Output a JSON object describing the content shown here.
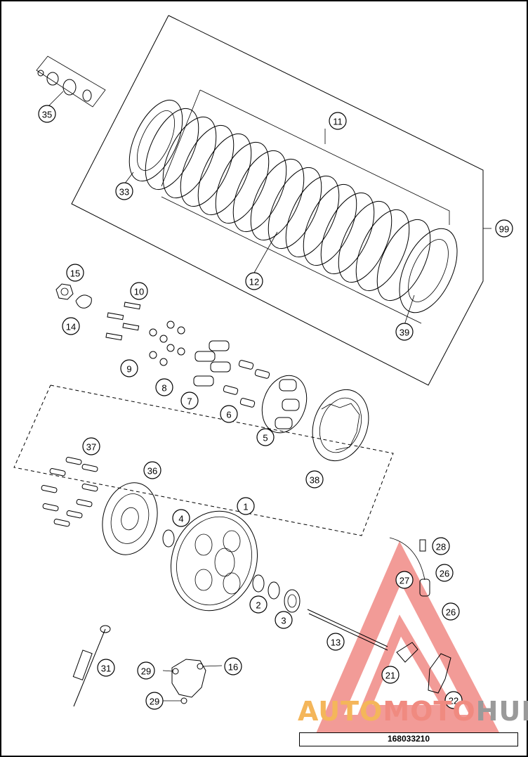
{
  "document_number": "168033210",
  "watermark": {
    "part1": "AUTO",
    "part2": "MOTO",
    "part3": "HUB",
    "colors": {
      "part1": "#f4b65a",
      "part2": "#f08a80",
      "part3": "#9a9a9a",
      "triangle": "#e84a43"
    }
  },
  "callouts": [
    {
      "id": "c1",
      "label": "1"
    },
    {
      "id": "c2",
      "label": "2"
    },
    {
      "id": "c3",
      "label": "3"
    },
    {
      "id": "c4",
      "label": "4"
    },
    {
      "id": "c5",
      "label": "5"
    },
    {
      "id": "c6",
      "label": "6"
    },
    {
      "id": "c7",
      "label": "7"
    },
    {
      "id": "c8",
      "label": "8"
    },
    {
      "id": "c9",
      "label": "9"
    },
    {
      "id": "c10",
      "label": "10"
    },
    {
      "id": "c11",
      "label": "11"
    },
    {
      "id": "c12",
      "label": "12"
    },
    {
      "id": "c13",
      "label": "13"
    },
    {
      "id": "c14",
      "label": "14"
    },
    {
      "id": "c15",
      "label": "15"
    },
    {
      "id": "c16",
      "label": "16"
    },
    {
      "id": "c21",
      "label": "21"
    },
    {
      "id": "c22",
      "label": "22"
    },
    {
      "id": "c26a",
      "label": "26"
    },
    {
      "id": "c26b",
      "label": "26"
    },
    {
      "id": "c27",
      "label": "27"
    },
    {
      "id": "c28",
      "label": "28"
    },
    {
      "id": "c29a",
      "label": "29"
    },
    {
      "id": "c29b",
      "label": "29"
    },
    {
      "id": "c31",
      "label": "31"
    },
    {
      "id": "c33",
      "label": "33"
    },
    {
      "id": "c35",
      "label": "35"
    },
    {
      "id": "c36",
      "label": "36"
    },
    {
      "id": "c37",
      "label": "37"
    },
    {
      "id": "c38",
      "label": "38"
    },
    {
      "id": "c39",
      "label": "39"
    },
    {
      "id": "c99",
      "label": "99"
    }
  ]
}
